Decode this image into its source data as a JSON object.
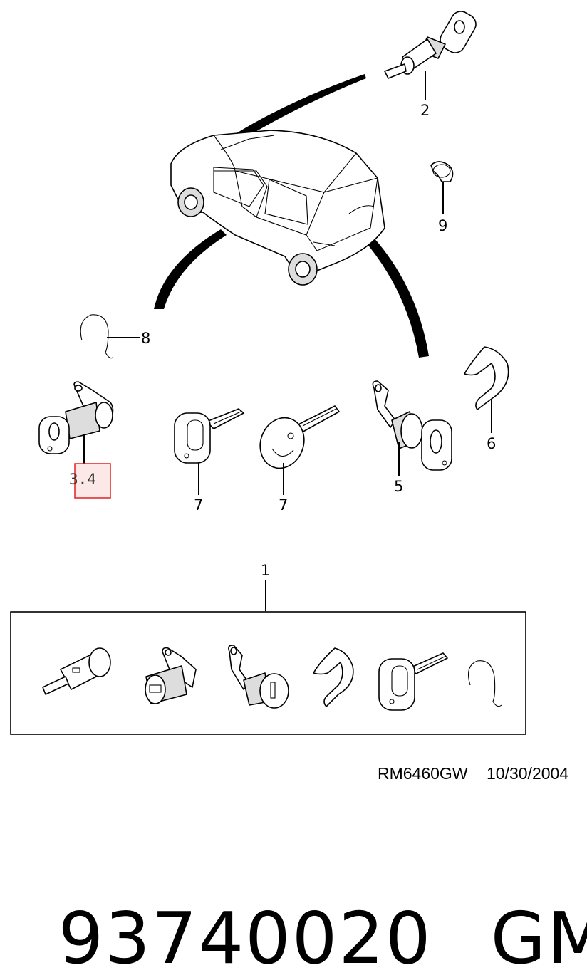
{
  "callouts": {
    "c2": "2",
    "c9": "9",
    "c8": "8",
    "c34": "3.4",
    "c7a": "7",
    "c7b": "7",
    "c5": "5",
    "c6": "6",
    "c1": "1"
  },
  "reference": {
    "code": "RM6460GW",
    "date": "10/30/2004"
  },
  "footer": {
    "part_number": "93740020",
    "brand": "GM"
  },
  "highlight": {
    "color": "#e02020",
    "fill": "#fde8e8"
  }
}
